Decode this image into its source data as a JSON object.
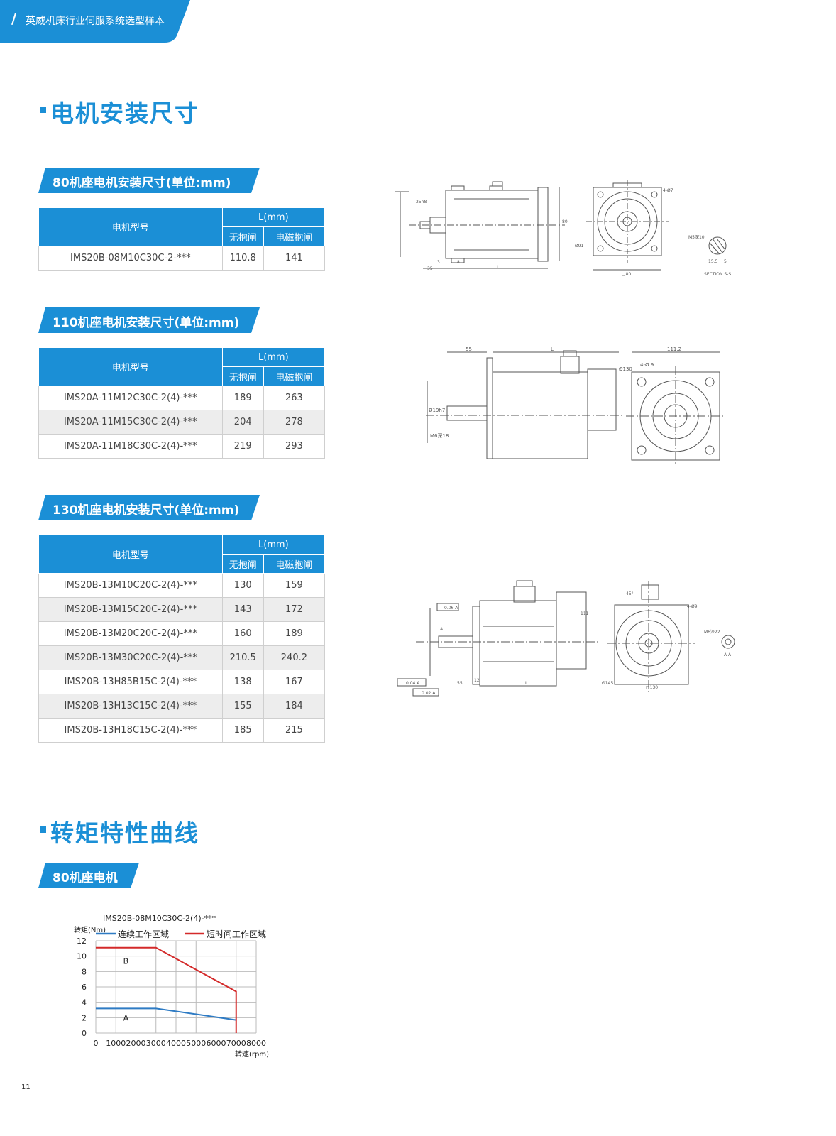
{
  "header": {
    "slash": "/",
    "title": "英威机床行业伺服系统选型样本"
  },
  "section1": {
    "title": "电机安装尺寸"
  },
  "section2": {
    "title": "转矩特性曲线"
  },
  "tables": [
    {
      "banner": "80机座电机安装尺寸(单位:mm)",
      "head": {
        "model": "电机型号",
        "l": "L(mm)",
        "nobrake": "无抱闸",
        "brake": "电磁抱闸"
      },
      "rows": [
        [
          "IMS20B-08M10C30C-2-***",
          "110.8",
          "141"
        ]
      ]
    },
    {
      "banner": "110机座电机安装尺寸(单位:mm)",
      "head": {
        "model": "电机型号",
        "l": "L(mm)",
        "nobrake": "无抱闸",
        "brake": "电磁抱闸"
      },
      "rows": [
        [
          "IMS20A-11M12C30C-2(4)-***",
          "189",
          "263"
        ],
        [
          "IMS20A-11M15C30C-2(4)-***",
          "204",
          "278"
        ],
        [
          "IMS20A-11M18C30C-2(4)-***",
          "219",
          "293"
        ]
      ]
    },
    {
      "banner": "130机座电机安装尺寸(单位:mm)",
      "head": {
        "model": "电机型号",
        "l": "L(mm)",
        "nobrake": "无抱闸",
        "brake": "电磁抱闸"
      },
      "rows": [
        [
          "IMS20B-13M10C20C-2(4)-***",
          "130",
          "159"
        ],
        [
          "IMS20B-13M15C20C-2(4)-***",
          "143",
          "172"
        ],
        [
          "IMS20B-13M20C20C-2(4)-***",
          "160",
          "189"
        ],
        [
          "IMS20B-13M30C20C-2(4)-***",
          "210.5",
          "240.2"
        ],
        [
          "IMS20B-13H85B15C-2(4)-***",
          "138",
          "167"
        ],
        [
          "IMS20B-13H13C15C-2(4)-***",
          "155",
          "184"
        ],
        [
          "IMS20B-13H18C15C-2(4)-***",
          "185",
          "215"
        ]
      ]
    }
  ],
  "drawings": {
    "d80": {
      "labels": [
        "25h8",
        "L",
        "35",
        "3",
        "8",
        "80",
        "□80",
        "4-Ø7",
        "Ø91",
        "M5深10",
        "SECTION S-S",
        "15.5",
        "5"
      ]
    },
    "d110": {
      "labels": [
        "55",
        "L",
        "111.2",
        "4-Ø 9",
        "Ø130",
        "Ø19h7",
        "M6深18"
      ]
    },
    "d130": {
      "labels": [
        "0.06 A",
        "0.04 A",
        "0.02 A",
        "55",
        "12",
        "L",
        "111",
        "45°",
        "4-Ø9",
        "Ø145",
        "□130",
        "M6深22",
        "A-A",
        "A"
      ]
    }
  },
  "torque_section": {
    "banner": "80机座电机"
  },
  "chart_data": {
    "type": "line",
    "title": "IMS20B-08M10C30C-2(4)-***",
    "xlabel": "转速(rpm)",
    "ylabel": "转矩(Nm)",
    "xlim": [
      0,
      8000
    ],
    "ylim": [
      0,
      12
    ],
    "xticks": [
      "0",
      "1000",
      "2000",
      "3000",
      "4000",
      "5000",
      "6000",
      "7000",
      "8000"
    ],
    "yticks": [
      "0",
      "2",
      "4",
      "6",
      "8",
      "10",
      "12"
    ],
    "grid": true,
    "legend_position": "top",
    "series": [
      {
        "name": "连续工作区域",
        "color": "#2e7bc4",
        "x": [
          0,
          3000,
          7000
        ],
        "y": [
          3.2,
          3.2,
          1.7
        ]
      },
      {
        "name": "短时间工作区域",
        "color": "#d42a2a",
        "x": [
          0,
          3000,
          7000,
          7000
        ],
        "y": [
          11.1,
          11.1,
          5.4,
          0
        ]
      }
    ],
    "region_labels": [
      {
        "text": "B",
        "x": 1500,
        "y": 9
      },
      {
        "text": "A",
        "x": 1500,
        "y": 1.6
      }
    ]
  },
  "page_number": "11"
}
